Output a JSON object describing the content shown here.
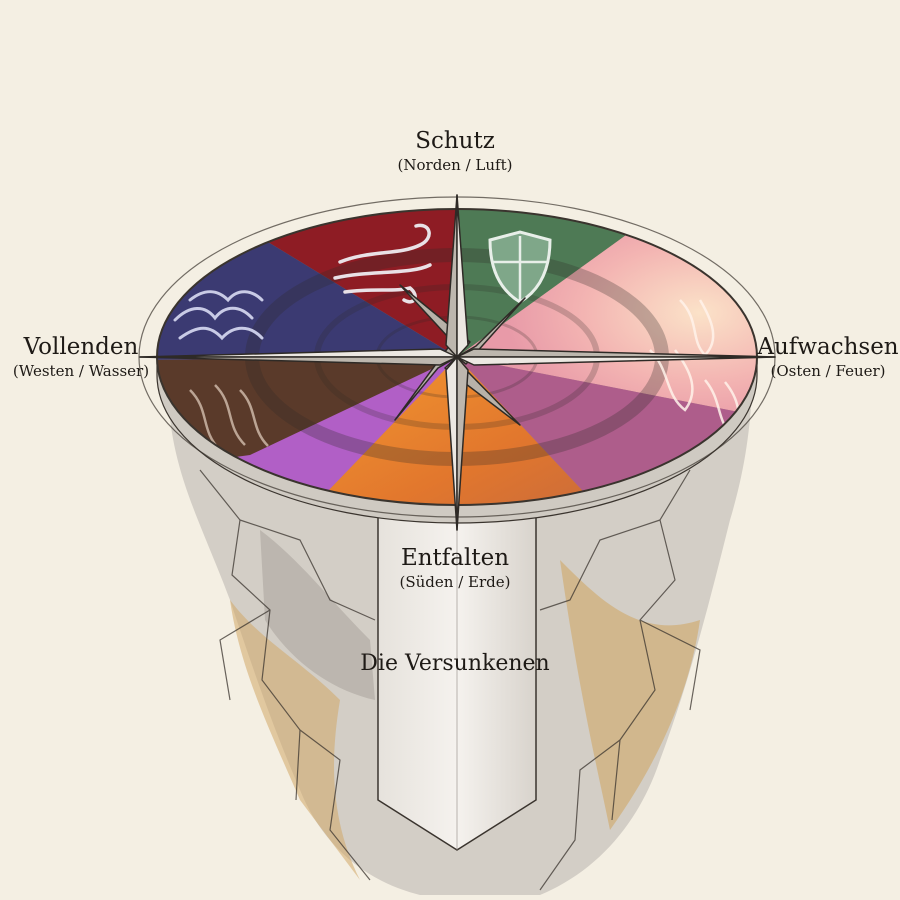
{
  "colors": {
    "background": "#f4efe3",
    "north_air": "#8e1c24",
    "northeast_shield": "#4e7a55",
    "east_fire": "#f2b3b0",
    "southeast": "#b2558e",
    "south_earth": "#e98a2e",
    "southwest_purple": "#b15fc6",
    "west_water": "#3b3a72",
    "west_lower_brown": "#5a3a2a",
    "star": "#d9d4cb",
    "rock": "#b9b4ad",
    "rock_ochre": "#c9a062",
    "outline": "#3a342e"
  },
  "directions": {
    "north": {
      "title": "Schutz",
      "subtitle": "(Norden / Luft)"
    },
    "west": {
      "title": "Vollenden",
      "subtitle": "(Westen / Wasser)"
    },
    "east": {
      "title": "Aufwachsen",
      "subtitle": "(Osten / Feuer)"
    },
    "south": {
      "title": "Entfalten",
      "subtitle": "(Süden / Erde)"
    }
  },
  "center_label": "Die Versunkenen",
  "icons": {
    "north_sector": "wind-icon",
    "northeast_sector": "shield-icon",
    "east_sector": "flame-icon",
    "west_sector": "wave-icon"
  }
}
